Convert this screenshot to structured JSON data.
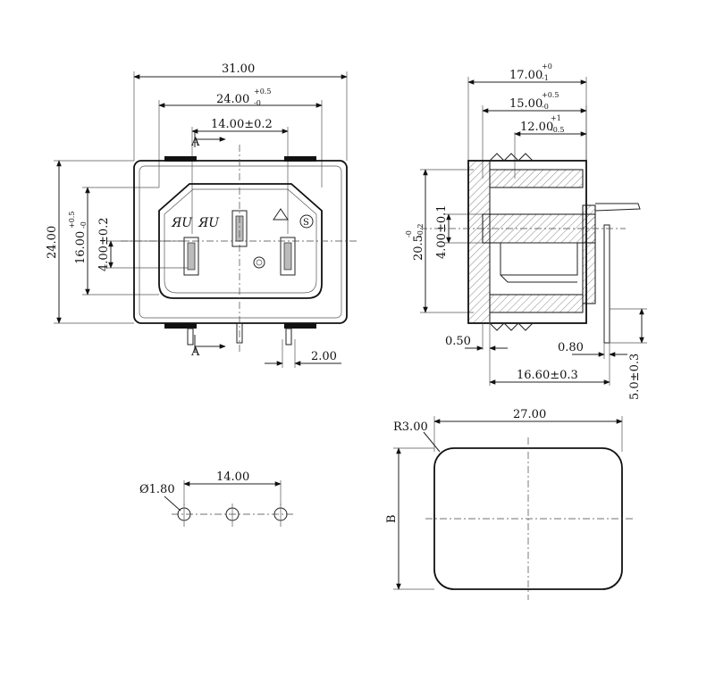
{
  "front_view": {
    "dim_overall_width": "31.00",
    "dim_inner_width": {
      "base": "24.00",
      "lower": "-0",
      "upper": "+0.5"
    },
    "dim_pin_spacing": "14.00±0.2",
    "dim_height": "24.00",
    "dim_inner_height": {
      "base": "16.00",
      "lower": "-0",
      "upper": "+0.5"
    },
    "dim_pin_offset": "4.00±0.2",
    "dim_pin_width": "2.00",
    "section_label": "A"
  },
  "side_view": {
    "dim_depth_17": {
      "base": "17.00",
      "lower": "-1",
      "upper": "+0"
    },
    "dim_depth_15": {
      "base": "15.00",
      "lower": "-0",
      "upper": "+0.5"
    },
    "dim_depth_12": {
      "base": "12.00",
      "lower": "-0.5",
      "upper": "+1"
    },
    "dim_height_20_5": {
      "base": "20.5",
      "lower": "-0.2",
      "upper": "-0"
    },
    "dim_pin_offset": "4.00±0.1",
    "dim_flange_0_50": "0.50",
    "dim_flange_0_80": "0.80",
    "dim_length_16_60": "16.60±0.3",
    "dim_pin_length": "5.0±0.3"
  },
  "pcb_layout": {
    "dim_hole_dia": "Ø1.80",
    "dim_hole_spacing": "14.00"
  },
  "panel_cutout": {
    "dim_radius": "R3.00",
    "dim_width": "27.00",
    "dim_height_label": "B"
  }
}
